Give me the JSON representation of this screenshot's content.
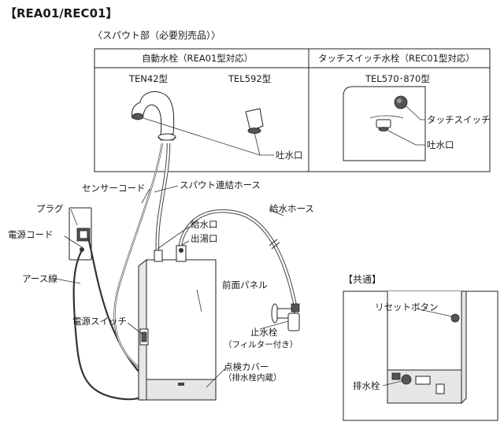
{
  "title": "【REA01/REC01】",
  "spout_section": {
    "label": "〈スパウト部（必要別売品）〉",
    "col_auto": "自動水栓（REA01型対応）",
    "col_touch": "タッチスイッチ水栓（REC01型対応）",
    "model_1": "TEN42型",
    "model_2": "TEL592型",
    "model_3": "TEL570･870型",
    "outlet_label": "吐水口",
    "touch_switch_label": "タッチスイッチ",
    "outlet_label_2": "吐水口"
  },
  "callouts": {
    "sensor_cord": "センサーコード",
    "spout_hose": "スパウト連結ホース",
    "plug": "プラグ",
    "water_supply_hose": "給水ホース",
    "water_inlet": "給水口",
    "power_cord": "電源コード",
    "hot_outlet": "出湯口",
    "ground_wire": "アース線",
    "front_panel": "前面パネル",
    "power_switch": "電源スイッチ",
    "stop_valve": "止水栓",
    "stop_valve_note": "（フィルター付き）",
    "inspection_cover": "点検カバー",
    "inspection_cover_note": "（排水栓内蔵）"
  },
  "common": {
    "label": "【共通】",
    "reset_button": "リセットボタン",
    "drain_plug": "排水栓"
  },
  "colors": {
    "line": "#222222",
    "panel_shade": "#e6e6e6",
    "background": "#ffffff"
  }
}
